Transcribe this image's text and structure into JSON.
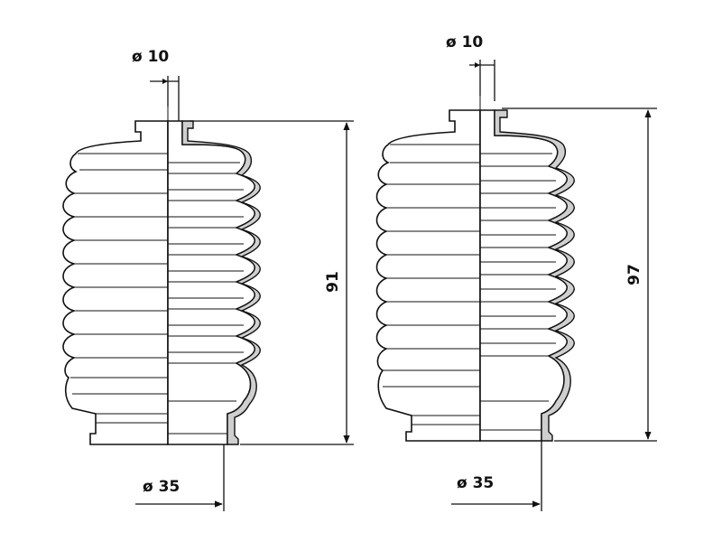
{
  "figures": [
    {
      "top_diameter_label": "ø 10",
      "bottom_diameter_label": "ø 35",
      "height_label": "91"
    },
    {
      "top_diameter_label": "ø 10",
      "bottom_diameter_label": "ø 35",
      "height_label": "97"
    }
  ],
  "colors": {
    "line": "#111111",
    "background": "#ffffff",
    "section_fill": "#cfcfcf"
  }
}
